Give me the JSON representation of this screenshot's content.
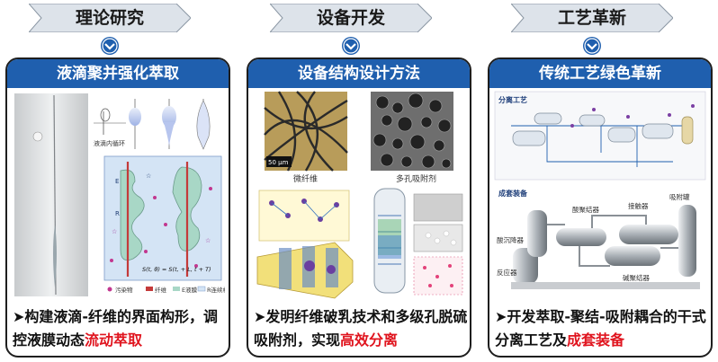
{
  "columns": [
    {
      "stage": "理论研究",
      "card_title": "液滴聚并强化萃取",
      "figure_labels": {
        "inner_circulation": "液滴内循环",
        "equation": "S(t, θ) = S(t, + L, t + T)",
        "legend": [
          "污染物",
          "纤维",
          "E液膜",
          "R连续相"
        ],
        "zone_e": "E",
        "zone_r": "R"
      },
      "caption_pre": "构建液滴-纤维的界面构形，调控液膜动态",
      "caption_hl": "流动萃取"
    },
    {
      "stage": "设备开发",
      "card_title": "设备结构设计方法",
      "figure_labels": {
        "scale_bar": "50 μm",
        "microfiber": "微纤维",
        "porous_adsorbent": "多孔吸附剂"
      },
      "caption_pre": "发明纤维破乳技术和多级孔脱硫吸附剂，实现",
      "caption_hl": "高效分离"
    },
    {
      "stage": "工艺革新",
      "card_title": "传统工艺绿色革新",
      "figure_labels": {
        "process_title": "分离工艺",
        "equipment_title": "成套装备",
        "acid_coalescer": "酸聚结器",
        "contactor": "接触器",
        "acid_settler": "酸沉降器",
        "adsorption_tank": "吸附罐",
        "reactor": "反应器",
        "alkali_coalescer": "碱聚结器"
      },
      "caption_pre": "开发萃取-聚结-吸附耦合的干式分离工艺及",
      "caption_hl": "成套装备"
    }
  ],
  "colors": {
    "header_blue": "#1f5fae",
    "chevron_fill": "#dde3ea",
    "highlight_red": "#e0141e"
  }
}
